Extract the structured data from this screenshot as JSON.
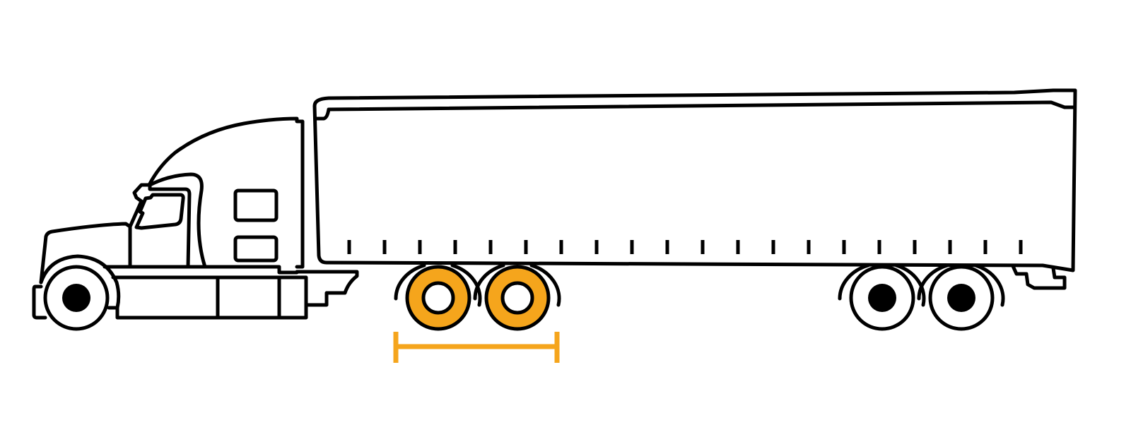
{
  "diagram": {
    "subject": "truck-with-trailer",
    "colors": {
      "outline": "#000000",
      "background": "#ffffff",
      "highlight": "#F5A51C"
    },
    "highlighted_part": "trailer-front-axle-group",
    "measurement_marker": "axle-spread-bracket"
  }
}
